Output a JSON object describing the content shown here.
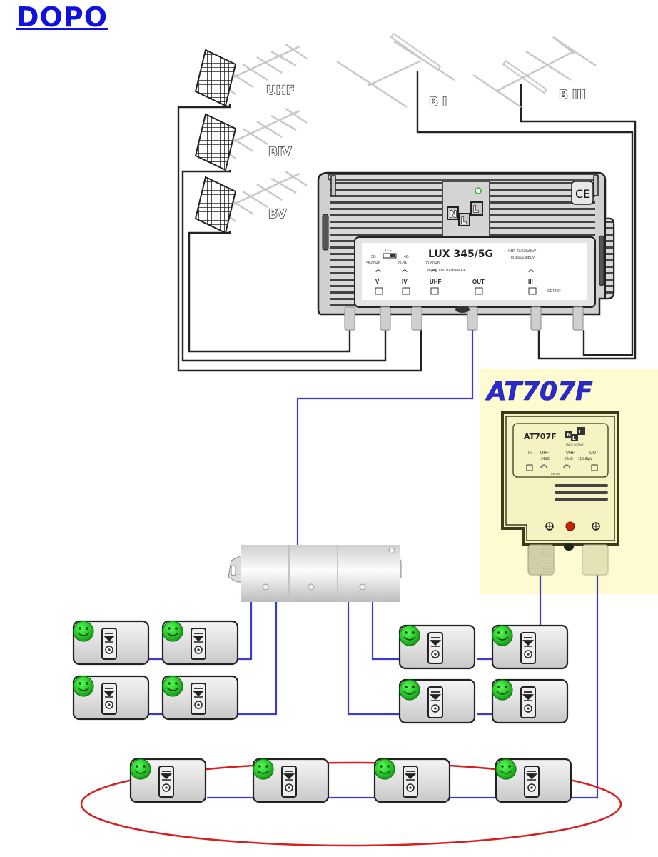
{
  "title": "DOPO",
  "antennas": {
    "uhf": {
      "label": "UHF"
    },
    "biv": {
      "label": "BIV"
    },
    "bv": {
      "label": "BV"
    },
    "bi": {
      "label": "B I"
    },
    "biii": {
      "label": "B III"
    }
  },
  "amplifier": {
    "model": "LUX 345/5G",
    "brand_letters": [
      "N",
      "L",
      "L"
    ],
    "ce_mark": "CE",
    "spec_line_1": "UHF 43/126dBμV",
    "spec_line_2": "III 35/123dBμV",
    "power_note": "Telecé 12V 100mA MAX",
    "lte_label": "LTE",
    "switch_left": "5G",
    "switch_right": "4G",
    "code": "CE446P",
    "ports": [
      {
        "range": "38-60/48",
        "label": "V"
      },
      {
        "range": "21-34",
        "label": "IV"
      },
      {
        "range": "21-60/48",
        "label": "UHF"
      },
      {
        "range": "",
        "label": "OUT"
      },
      {
        "range": "",
        "label": "III"
      }
    ]
  },
  "booster": {
    "heading": "AT707F",
    "model": "AT707F",
    "brand_letters": [
      "N",
      "L",
      "L"
    ],
    "made_in": "MADE IN ITALY",
    "cols": [
      {
        "label": "IN",
        "sub": ""
      },
      {
        "label": "UHF",
        "sub": "24dB"
      },
      {
        "label": "VHF",
        "sub": "22dB"
      },
      {
        "label": "OUT",
        "sub": "115dBμV"
      }
    ],
    "adjust_label": "PW ON"
  },
  "splitter": {
    "outputs": 3
  },
  "outlets": {
    "group_left_rows": 2,
    "group_right_rows": 2,
    "highlighted_row_count": 4
  },
  "colors": {
    "title": "#1010e0",
    "coax_antenna": "#222222",
    "coax_distribution": "#3a3acc",
    "highlight_ellipse": "#d42020",
    "booster_background": "#fdfbcf",
    "booster_heading": "#2a2ad0",
    "smiley": "#22cc22"
  }
}
